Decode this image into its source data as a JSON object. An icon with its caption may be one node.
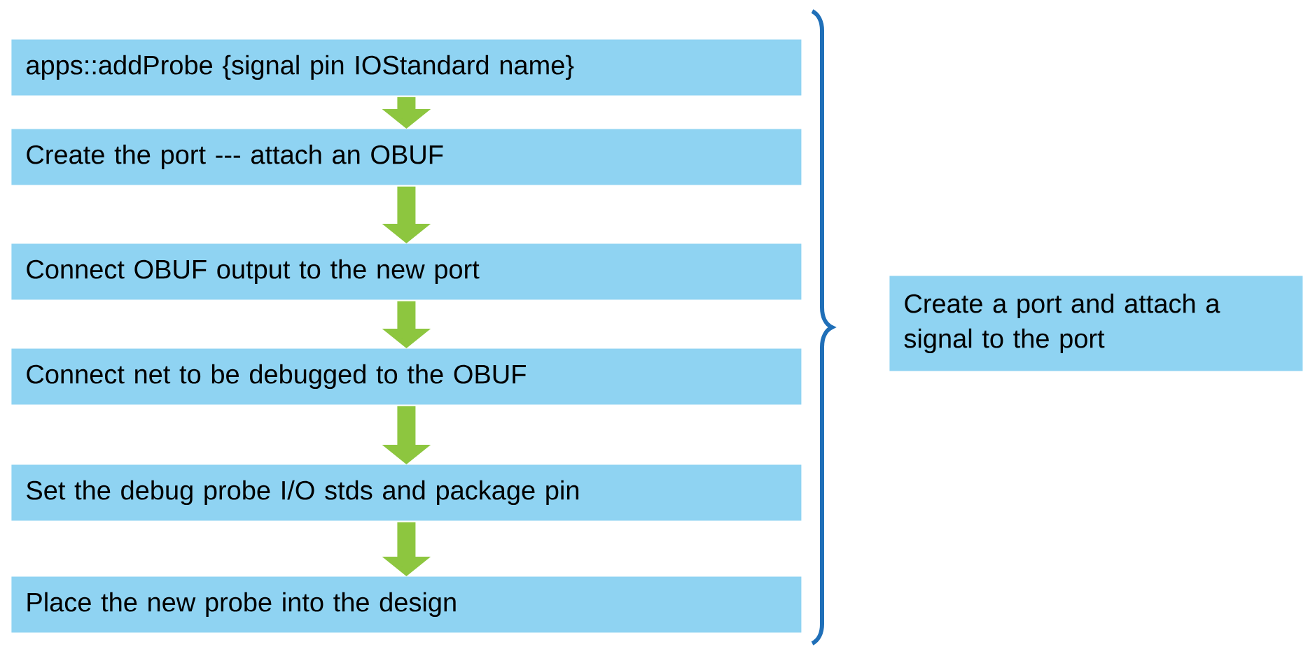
{
  "diagram": {
    "nodes": [
      {
        "text": [
          "apps::addProbe {signal  pin  IOStandard  name}"
        ]
      },
      {
        "text": [
          "Create the port --- attach an OBUF"
        ]
      },
      {
        "text": [
          "Connect OBUF output to the new port"
        ]
      },
      {
        "text": [
          "Connect net to be debugged to the OBUF"
        ]
      },
      {
        "text": [
          "Set the debug probe I/O stds and package pin"
        ]
      },
      {
        "text": [
          "Place the new probe into the design"
        ]
      },
      {
        "text": [
          "Create a port and attach a signal to the port"
        ]
      }
    ],
    "edges": [
      {
        "from": 0,
        "to": 1,
        "arrow": "to"
      },
      {
        "from": 1,
        "to": 2,
        "arrow": "to"
      },
      {
        "from": 2,
        "to": 3,
        "arrow": "to"
      },
      {
        "from": 3,
        "to": 4,
        "arrow": "to"
      },
      {
        "from": 4,
        "to": 5,
        "arrow": "to"
      }
    ]
  }
}
